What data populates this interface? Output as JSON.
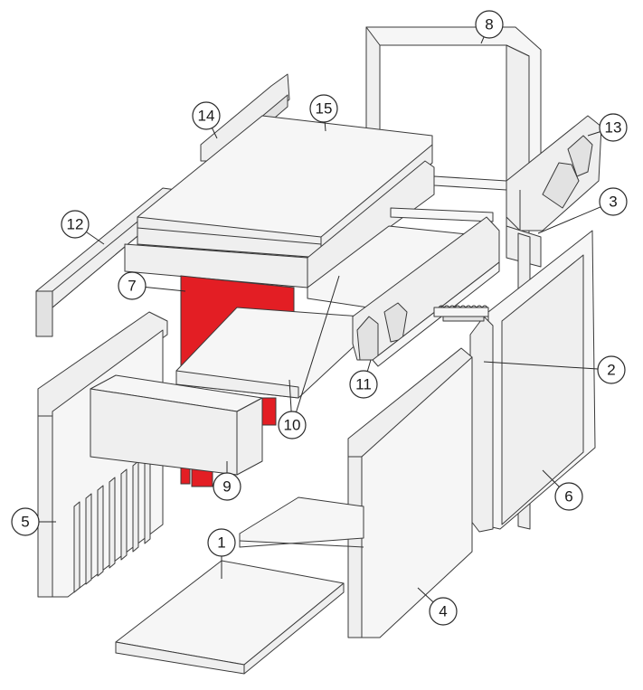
{
  "highlight_color": "#e31e24",
  "line_color": "#3a3a3a",
  "part_fill": "#efefef",
  "callouts": [
    {
      "id": "1",
      "label": "1"
    },
    {
      "id": "2",
      "label": "2"
    },
    {
      "id": "3",
      "label": "3"
    },
    {
      "id": "4",
      "label": "4"
    },
    {
      "id": "5",
      "label": "5"
    },
    {
      "id": "6",
      "label": "6"
    },
    {
      "id": "7",
      "label": "7"
    },
    {
      "id": "8",
      "label": "8"
    },
    {
      "id": "9",
      "label": "9"
    },
    {
      "id": "10",
      "label": "10"
    },
    {
      "id": "11",
      "label": "11"
    },
    {
      "id": "12",
      "label": "12"
    },
    {
      "id": "13",
      "label": "13"
    },
    {
      "id": "14",
      "label": "14"
    },
    {
      "id": "15",
      "label": "15"
    }
  ],
  "highlighted_part": "7"
}
